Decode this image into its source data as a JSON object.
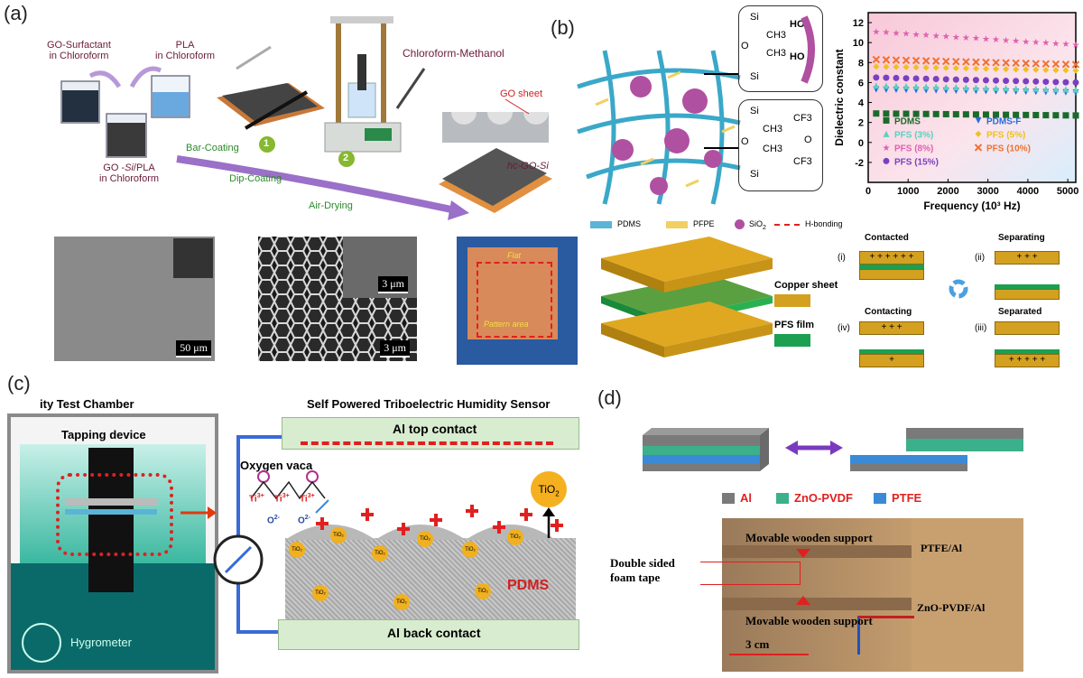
{
  "panels": {
    "a": "(a)",
    "b": "(b)",
    "c": "(c)",
    "d": "(d)"
  },
  "panel_a": {
    "go_surfactant": "GO-Surfactant\nin Chloroform",
    "pla": "PLA\nin Chloroform",
    "go_si_pla_prefix": "GO -",
    "go_si_pla_italic": "Si",
    "go_si_pla_suffix": "/PLA",
    "go_si_pla_line2": "in Chloroform",
    "chloroform_methanol": "Chloroform-Methanol",
    "go_sheet": "GO sheet",
    "hc_go": "hc-GO-Si",
    "bar_coating": "Bar-Coating",
    "dip_coating": "Dip-Coating",
    "air_drying": "Air-Drying",
    "step1": "1",
    "step2": "2",
    "scale_50um": "50 μm",
    "scale_3um_a": "3 μm",
    "scale_3um_b": "3 μm",
    "pattern_area": "Pattern area",
    "flat": "Flat"
  },
  "panel_b": {
    "legend": {
      "pdms": "PDMS",
      "pfpe": "PFPE",
      "sio2": "SiO",
      "sio2_sub": "2",
      "hbond": "H-bonding"
    },
    "chem_top": {
      "si1": "Si",
      "o": "O",
      "ch3a": "CH3",
      "ch3b": "CH3",
      "si2": "Si",
      "ho1": "HO",
      "ho2": "HO"
    },
    "chem_bottom": {
      "si1": "Si",
      "o1": "O",
      "ch3a": "CH3",
      "ch3b": "CH3",
      "si2": "Si",
      "cf3a": "CF3",
      "o2": "O",
      "cf3b": "CF3"
    },
    "copper_sheet": "Copper sheet",
    "pfs_film": "PFS film",
    "contact_modes": {
      "i": "(i)",
      "contacted": "Contacted",
      "ii": "(ii)",
      "separating": "Separating",
      "iv": "(iv)",
      "contacting": "Contacting",
      "iii": "(iii)",
      "separated": "Separated"
    }
  },
  "panel_c": {
    "chamber_title": "ity Test Chamber",
    "tapping_device": "Tapping device",
    "hygrometer": "Hygrometer",
    "sensor_title": "Self Powered Triboelectric Humidity Sensor",
    "al_top": "Al top contact",
    "al_back": "Al back contact",
    "oxygen": "Oxygen vaca",
    "ti3": "Ti",
    "ti3_sup": "3+",
    "o2": "O",
    "o2_sup": "2-",
    "tio2": "TiO",
    "tio2_sub": "2",
    "tio2_small": "TiO₂",
    "pdms": "PDMS"
  },
  "panel_d": {
    "legend": {
      "al": "Al",
      "zno": "ZnO-PVDF",
      "ptfe": "PTFE"
    },
    "movable_top": "Movable wooden support",
    "movable_bottom": "Movable wooden support",
    "foam_tape": "Double sided\nfoam tape",
    "ptfe_al": "PTFE/Al",
    "zno_al": "ZnO-PVDF/Al",
    "scale": "3 cm"
  },
  "colors": {
    "copper": "#d4a020",
    "green_film": "#1aa050",
    "pdms_blue": "#5ab4d6",
    "pfpe_yellow": "#f0d060",
    "sio2_purple": "#b050a0",
    "hbond_red": "#e02020",
    "teal": "#1f9a8a",
    "al_gray": "#7a7a7a",
    "zno_green": "#3cb08a",
    "ptfe_blue": "#3a8ad8"
  },
  "chart_data": {
    "type": "scatter",
    "title": "",
    "xlabel": "Frequency (10³ Hz)",
    "ylabel": "Dielectric constant",
    "xlim": [
      0,
      5200
    ],
    "ylim": [
      -4,
      13
    ],
    "xticks": [
      0,
      1000,
      2000,
      3000,
      4000,
      5000
    ],
    "yticks": [
      -2,
      0,
      2,
      4,
      6,
      8,
      10,
      12
    ],
    "x": [
      200,
      450,
      700,
      950,
      1200,
      1450,
      1700,
      1950,
      2200,
      2450,
      2700,
      2950,
      3200,
      3450,
      3700,
      3950,
      4200,
      4450,
      4700,
      4950,
      5200
    ],
    "series": [
      {
        "name": "PDMS",
        "marker": "square",
        "color": "#1a6a2a",
        "start": 2.9,
        "end": 2.7
      },
      {
        "name": "PDMS-F",
        "marker": "triangle-down",
        "color": "#2a6ad8",
        "start": 5.3,
        "end": 5.0
      },
      {
        "name": "PFS (3%)",
        "marker": "triangle-up",
        "color": "#5ad0c0",
        "start": 5.7,
        "end": 5.3
      },
      {
        "name": "PFS (5%)",
        "marker": "diamond",
        "color": "#f0c020",
        "start": 7.6,
        "end": 7.2
      },
      {
        "name": "PFS (8%)",
        "marker": "star",
        "color": "#e060b0",
        "start": 11.1,
        "end": 9.8
      },
      {
        "name": "PFS (10%)",
        "marker": "cross",
        "color": "#f07030",
        "start": 8.3,
        "end": 7.8
      },
      {
        "name": "PFS (15%)",
        "marker": "circle",
        "color": "#7a40c0",
        "start": 6.5,
        "end": 6.0
      }
    ],
    "legend_order": [
      [
        "PDMS",
        "PDMS-F"
      ],
      [
        "PFS (3%)",
        "PFS (5%)"
      ],
      [
        "PFS (8%)",
        "PFS (10%)"
      ],
      [
        "PFS (15%)"
      ]
    ],
    "legend_position": "bottom-left",
    "grid": false
  }
}
